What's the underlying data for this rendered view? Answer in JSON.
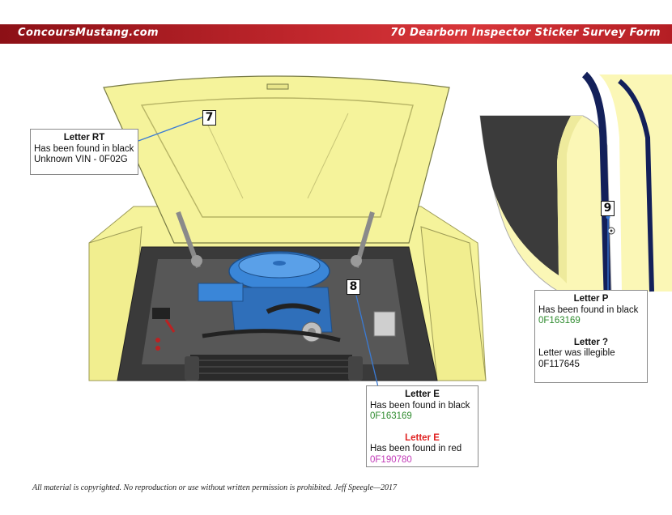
{
  "header": {
    "site": "ConcoursMustang.com",
    "title": "70 Dearborn Inspector Sticker Survey Form"
  },
  "tags": {
    "t7": "7",
    "t8": "8",
    "t9": "9"
  },
  "box_rt": {
    "heading": "Letter RT",
    "line1": "Has been found in black",
    "line2": "Unknown VIN - 0F02G"
  },
  "box_e": {
    "heading1": "Letter E",
    "line1": "Has been found in black",
    "vin1": "0F163169",
    "heading2": "Letter E",
    "line2": "Has been found in red",
    "vin2": "0F190780"
  },
  "box_p": {
    "heading1": "Letter P",
    "line1": "Has been found in black",
    "vin1": "0F163169",
    "heading2": "Letter ?",
    "line2": "Letter was illegible",
    "vin2": "0F117645"
  },
  "copyright": "All material is copyrighted. No reproduction or use without written permission is prohibited. Jeff Speegle—2017",
  "colors": {
    "header_red": "#c0262c",
    "car_yellow": "#f5f39b",
    "engine_blue": "#3a86d8",
    "vin_green": "#2e8b2e",
    "vin_magenta": "#c23ab8",
    "red_heading": "#e02222"
  }
}
